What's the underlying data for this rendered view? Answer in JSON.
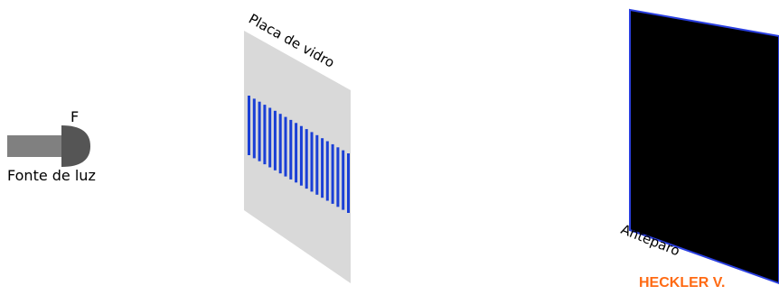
{
  "labels": {
    "source_letter": "F",
    "source": "Fonte de luz",
    "plate": "Placa de vidro",
    "screen": "Anteparo",
    "credit": "HECKLER V."
  },
  "colors": {
    "background": "#ffffff",
    "lamp_body": "#808080",
    "lamp_head": "#555555",
    "plate": "#d9d9d9",
    "slits": "#1a3fd6",
    "screen_fill": "#000000",
    "screen_border": "#2a3fe0",
    "credit": "#ff6a13"
  },
  "icons": {
    "light_source": "lamp-icon",
    "grating": "diffraction-grating-slits"
  },
  "grating": {
    "slit_count": 20
  }
}
